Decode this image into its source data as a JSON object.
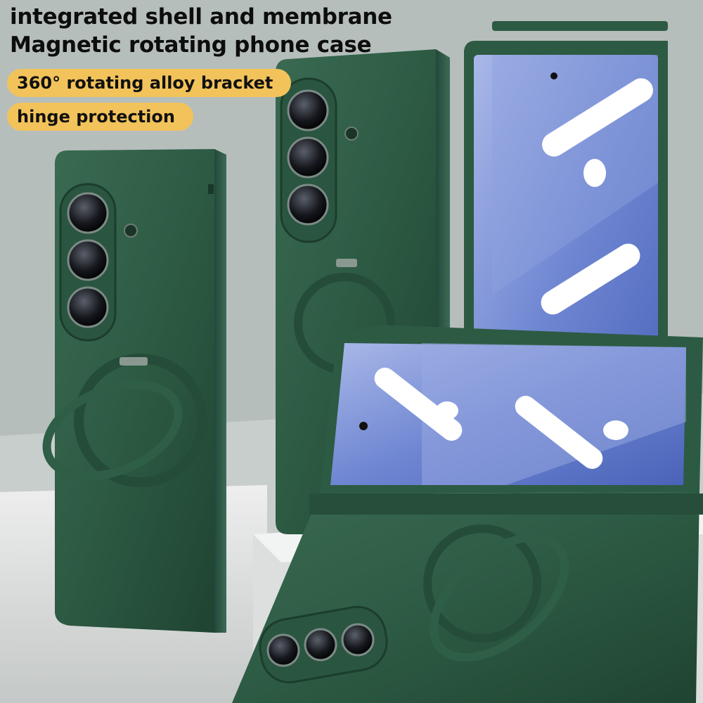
{
  "headline": {
    "line1": "integrated shell and membrane",
    "line2": "Magnetic rotating phone case"
  },
  "badges": [
    {
      "label": "360° rotating alloy bracket"
    },
    {
      "label": "hinge protection"
    }
  ],
  "colors": {
    "badge_fill": "#f2c35a",
    "case_green": "#2d5a43",
    "case_green_dark": "#1c3d2c",
    "screen_blue": "#5b72c4",
    "headline_text": "#0d0d0d"
  }
}
